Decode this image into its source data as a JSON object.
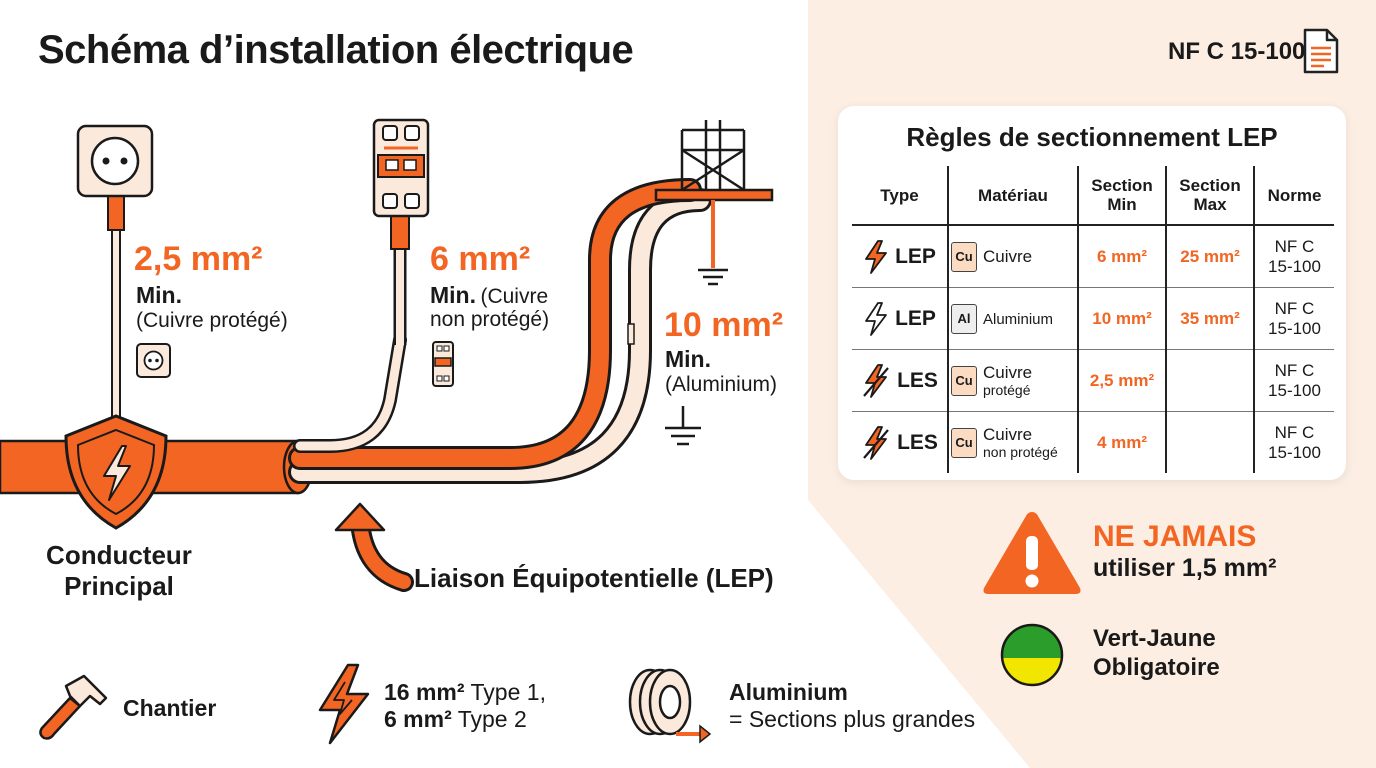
{
  "title": "Schéma d’installation électrique",
  "standard_badge": "NF C 15-100",
  "colors": {
    "accent": "#f26522",
    "cream": "#fbe9dc",
    "panel_bg": "#fdeee3",
    "green": "#2a9d2a",
    "yellow": "#f2e600"
  },
  "annotations": {
    "socket": {
      "value": "2,5 mm²",
      "min": "Min.",
      "note": "(Cuivre protégé)"
    },
    "breaker": {
      "value": "6 mm²",
      "min": "Min.",
      "note_line1": "(Cuivre",
      "note_line2": "non protégé)"
    },
    "ground": {
      "value": "10 mm²",
      "min": "Min.",
      "note": "(Aluminium)"
    }
  },
  "labels": {
    "main_conductor_line1": "Conducteur",
    "main_conductor_line2": "Principal",
    "lep": "Liaison Équipotentielle (LEP)"
  },
  "table": {
    "title": "Règles de sectionnement LEP",
    "headers": {
      "type": "Type",
      "material": "Matériau",
      "section_min_1": "Section",
      "section_min_2": "Min",
      "section_max_1": "Section",
      "section_max_2": "Max",
      "norm": "Norme"
    },
    "rows": [
      {
        "icon": "lightning-bolt-icon",
        "type": "LEP",
        "chip": "Cu",
        "material": "Cuivre",
        "material_sub": "",
        "min": "6 mm²",
        "max": "25 mm²",
        "norm_1": "NF C",
        "norm_2": "15-100"
      },
      {
        "icon": "lightning-outline-icon",
        "type": "LEP",
        "chip": "Al",
        "material": "Aluminium",
        "material_sub": "",
        "min": "10 mm²",
        "max": "35 mm²",
        "norm_1": "NF C",
        "norm_2": "15-100"
      },
      {
        "icon": "lightning-slashed-icon",
        "type": "LES",
        "chip": "Cu",
        "material": "Cuivre",
        "material_sub": "protégé",
        "min": "2,5 mm²",
        "max": "",
        "norm_1": "NF C",
        "norm_2": "15-100"
      },
      {
        "icon": "lightning-slashed-icon",
        "type": "LES",
        "chip": "Cu",
        "material": "Cuivre",
        "material_sub": "non protégé",
        "min": "4 mm²",
        "max": "",
        "norm_1": "NF C",
        "norm_2": "15-100"
      }
    ]
  },
  "warning": {
    "line1": "NE JAMAIS",
    "line2": "utiliser 1,5 mm²"
  },
  "green_yellow": {
    "line1": "Vert-Jaune",
    "line2": "Obligatoire"
  },
  "footer": {
    "site": "Chantier",
    "types_line1_bold": "16 mm²",
    "types_line1_rest": " Type 1,",
    "types_line2_bold": "6 mm²",
    "types_line2_rest": " Type 2",
    "alu_bold": "Aluminium",
    "alu_rest": "= Sections plus grandes"
  }
}
